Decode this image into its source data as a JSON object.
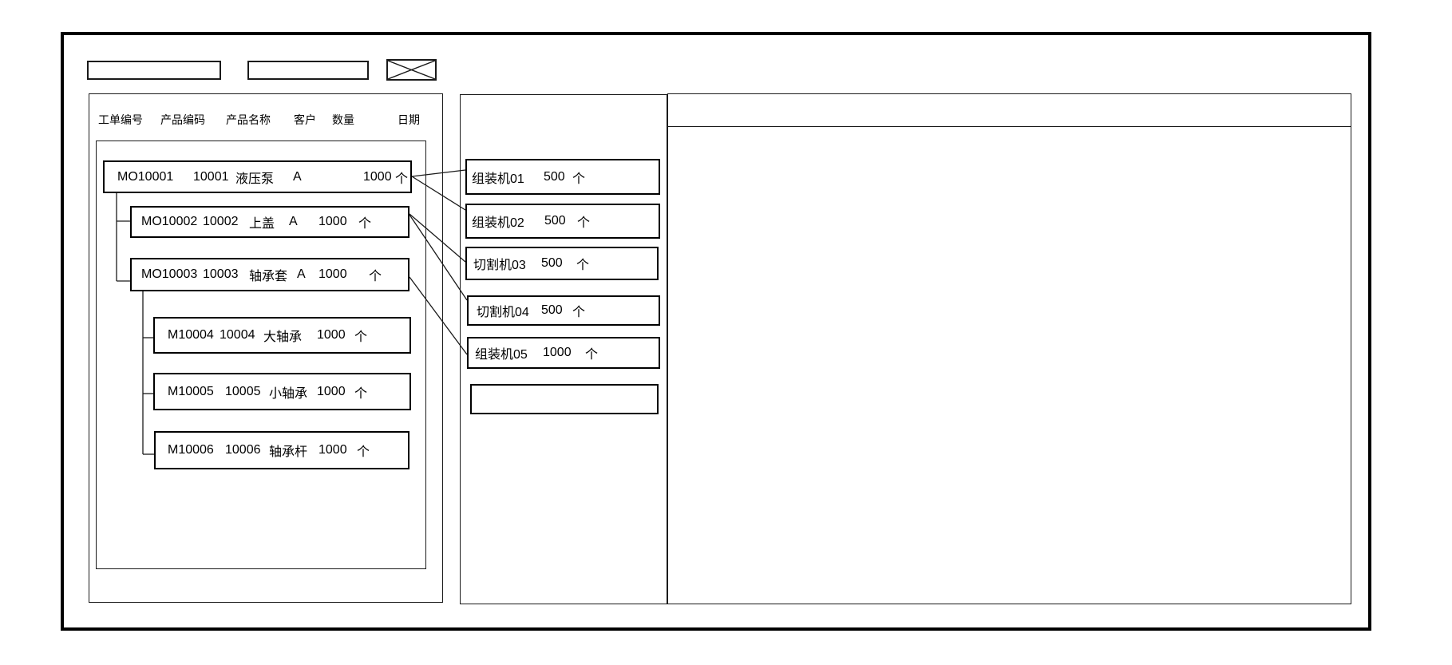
{
  "colors": {
    "line": "#000000",
    "background": "#ffffff"
  },
  "icons": {
    "close": "close-x"
  },
  "left_panel": {
    "columns": [
      "工单编号",
      "产品编码",
      "产品名称",
      "客户",
      "数量",
      "日期"
    ],
    "orders": [
      {
        "order_no": "MO10001",
        "product_code": "10001",
        "product_name": "液压泵",
        "customer": "A",
        "qty": "1000",
        "unit": "个",
        "level": 0
      },
      {
        "order_no": "MO10002",
        "product_code": "10002",
        "product_name": "上盖",
        "customer": "A",
        "qty": "1000",
        "unit": "个",
        "level": 1
      },
      {
        "order_no": "MO10003",
        "product_code": "10003",
        "product_name": "轴承套",
        "customer": "A",
        "qty": "1000",
        "unit": "个",
        "level": 1
      },
      {
        "order_no": "M10004",
        "product_code": "10004",
        "product_name": "大轴承",
        "customer": "",
        "qty": "1000",
        "unit": "个",
        "level": 2
      },
      {
        "order_no": "M10005",
        "product_code": "10005",
        "product_name": "小轴承",
        "customer": "",
        "qty": "1000",
        "unit": "个",
        "level": 2
      },
      {
        "order_no": "M10006",
        "product_code": "10006",
        "product_name": "轴承杆",
        "customer": "",
        "qty": "1000",
        "unit": "个",
        "level": 2
      }
    ]
  },
  "machine_panel": {
    "machines": [
      {
        "name": "组装机01",
        "qty": "500",
        "unit": "个"
      },
      {
        "name": "组装机02",
        "qty": "500",
        "unit": "个"
      },
      {
        "name": "切割机03",
        "qty": "500",
        "unit": "个"
      },
      {
        "name": "切割机04",
        "qty": "500",
        "unit": "个"
      },
      {
        "name": "组装机05",
        "qty": "1000",
        "unit": "个"
      }
    ]
  },
  "links": [
    {
      "from": "MO10001",
      "to": "组装机01"
    },
    {
      "from": "MO10001",
      "to": "组装机02"
    },
    {
      "from": "MO10002",
      "to": "切割机03"
    },
    {
      "from": "MO10002",
      "to": "切割机04"
    },
    {
      "from": "MO10003",
      "to": "组装机05"
    }
  ]
}
